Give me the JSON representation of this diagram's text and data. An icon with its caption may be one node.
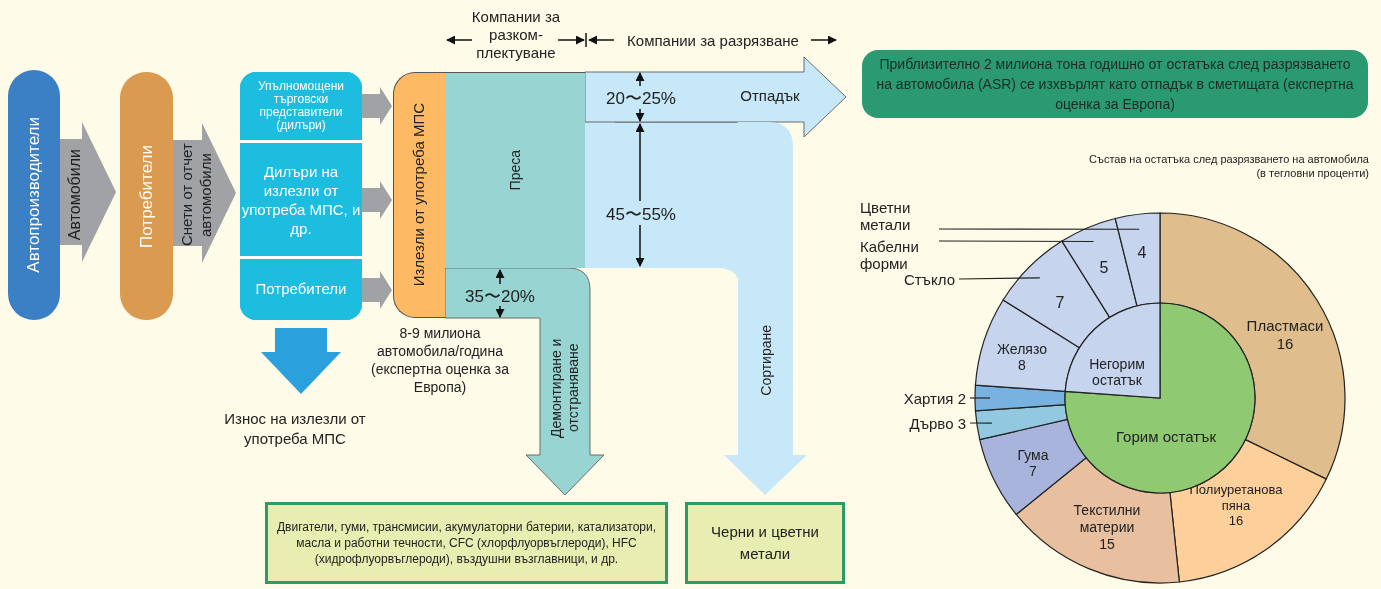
{
  "diagram": {
    "nodes": [
      {
        "text": [
          "Автопроизводители"
        ]
      },
      {
        "text": [
          "Потребители"
        ]
      },
      {
        "text": [],
        "shape": "box"
      },
      {
        "text": [
          "Упълномощени търговски представители (дилъри)"
        ],
        "in": 2
      },
      {
        "text": [
          "Дилъри на излезли от употреба МПС, и др."
        ],
        "in": 2
      },
      {
        "text": [
          "Потребители"
        ],
        "in": 2
      },
      {
        "text": [
          "Излезли от употреба МПС"
        ]
      },
      {
        "text": [
          "Преса"
        ]
      },
      {
        "text": [
          "Износ на излезли от употреба МПС"
        ]
      },
      {
        "text": [
          "Приблизително 2 милиона тона годишно от остатъка след разрязването на автомобила (ASR) се изхвърлят като отпадък в сметищата (експертна оценка за Европа)"
        ]
      },
      {
        "text": [
          "Двигатели, гуми, трансмисии, акумулаторни батерии, катализатори, масла и работни течности, CFC (хлорфлуорвъглероди), HFC (хидрофлуорвъглероди), въздушни възглавници, и др."
        ]
      },
      {
        "text": [
          "Черни и цветни метали"
        ]
      },
      {
        "text": [
          "Пластмаси",
          "16"
        ]
      },
      {
        "text": [
          "Полиуретанова пяна",
          "16"
        ]
      },
      {
        "text": [
          "Текстилни материи",
          "15"
        ]
      },
      {
        "text": [
          "Гума",
          "7"
        ]
      },
      {
        "text": [],
        "shape": "wedge"
      },
      {
        "text": [],
        "shape": "wedge"
      },
      {
        "text": [
          "Желязо",
          "8"
        ]
      },
      {
        "text": [
          "7"
        ]
      },
      {
        "text": [
          "5"
        ]
      },
      {
        "text": [
          "4"
        ]
      },
      {
        "text": [
          "Горим остатък"
        ]
      },
      {
        "text": [
          "Негорим остатък"
        ]
      },
      {
        "text": [
          "Цветни метали"
        ]
      },
      {
        "text": [
          "Кабелни форми"
        ]
      },
      {
        "text": [
          "Стъкло"
        ]
      },
      {
        "text": [
          "Хартия 2"
        ]
      },
      {
        "text": [
          "Дърво 3"
        ]
      }
    ],
    "edges": [
      {
        "from": 0,
        "to": 1,
        "arrow": "to",
        "label": "Автомобили"
      },
      {
        "from": 1,
        "to": 2,
        "arrow": "to",
        "label": "Снети от отчет автомобили"
      },
      {
        "from": 3,
        "to": 6,
        "arrow": "to"
      },
      {
        "from": 4,
        "to": 6,
        "arrow": "to"
      },
      {
        "from": 5,
        "to": 6,
        "arrow": "to"
      },
      {
        "from": 2,
        "to": 8,
        "arrow": "to",
        "color": "#2aa0dc"
      },
      {
        "from": 7,
        "to": 9,
        "arrow": "to",
        "label": "Отпадък",
        "color": "#c6e8f8"
      },
      {
        "from": 7,
        "to": 11,
        "arrow": "to",
        "label": "Сортиране",
        "color": "#c6e8f8"
      },
      {
        "from": 7,
        "to": 10,
        "arrow": "to",
        "label": "Демонтиране и отстраняване",
        "color": "#98d5d2"
      },
      {
        "from": 24,
        "to": 21,
        "arrow": "none",
        "color": "#222222"
      },
      {
        "from": 25,
        "to": 20,
        "arrow": "none",
        "color": "#222222"
      },
      {
        "from": 26,
        "to": 19,
        "arrow": "none",
        "color": "#222222"
      },
      {
        "from": 27,
        "to": 17,
        "arrow": "none",
        "color": "#222222"
      },
      {
        "from": 28,
        "to": 16,
        "arrow": "none",
        "color": "#222222"
      }
    ],
    "labels": [
      "Компании за разком- плектуване",
      "Компании за разрязване",
      "20〜25%",
      "45〜55%",
      "35〜20%",
      "8-9 милиона автомобила/година (експертна оценка за Европа)",
      "Състав на остатъка след разрязването на автомобила (в тегловни проценти)"
    ]
  }
}
